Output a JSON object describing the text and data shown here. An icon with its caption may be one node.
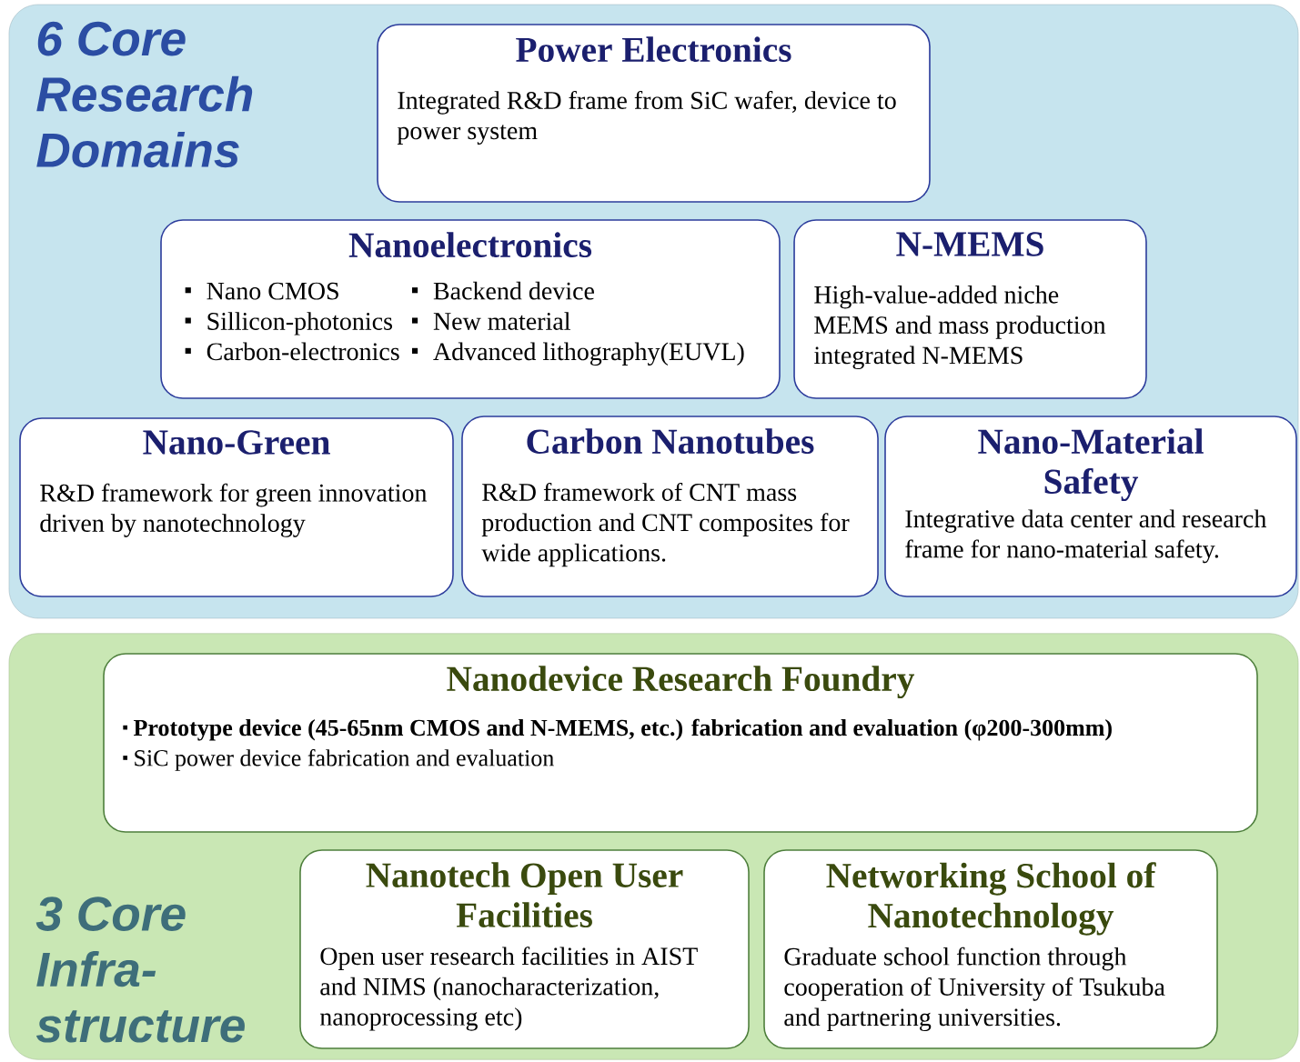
{
  "diagram": {
    "nodes": [
      {
        "text": [
          "6 Core Research Domains"
        ]
      },
      {
        "text": [
          "Power Electronics",
          "Integrated R&D frame from SiC wafer, device to power system"
        ],
        "in": 0
      },
      {
        "text": [
          "Nanoelectronics",
          "Nano CMOS",
          "Sillicon-photonics",
          "Carbon-electronics",
          "Backend device",
          "New material",
          "Advanced lithography(EUVL)"
        ],
        "in": 0
      },
      {
        "text": [
          "N-MEMS",
          "High-value-added niche MEMS and mass production integrated N-MEMS"
        ],
        "in": 0
      },
      {
        "text": [
          "Nano-Green",
          "R&D framework for green innovation driven by nanotechnology"
        ],
        "in": 0
      },
      {
        "text": [
          "Carbon Nanotubes",
          "R&D framework of CNT mass production and CNT composites for wide applications."
        ],
        "in": 0
      },
      {
        "text": [
          "Nano-Material Safety",
          "Integrative data center and research frame for nano-material safety."
        ],
        "in": 0
      },
      {
        "text": [
          "3 Core Infra-structure"
        ]
      },
      {
        "text": [
          "Nanodevice Research Foundry",
          "Prototype device (45-65nm CMOS and N-MEMS, etc.) fabrication and evaluation (φ200-300mm)",
          "SiC power device fabrication and evaluation"
        ],
        "in": 7
      },
      {
        "text": [
          "Nanotech Open User Facilities",
          "Open user research facilities in AIST and NIMS (nanocharacterization, nanoprocessing etc)"
        ],
        "in": 7
      },
      {
        "text": [
          "Networking School of Nanotechnology",
          "Graduate school function through cooperation of University of Tsukuba and partnering universities."
        ],
        "in": 7
      }
    ]
  }
}
